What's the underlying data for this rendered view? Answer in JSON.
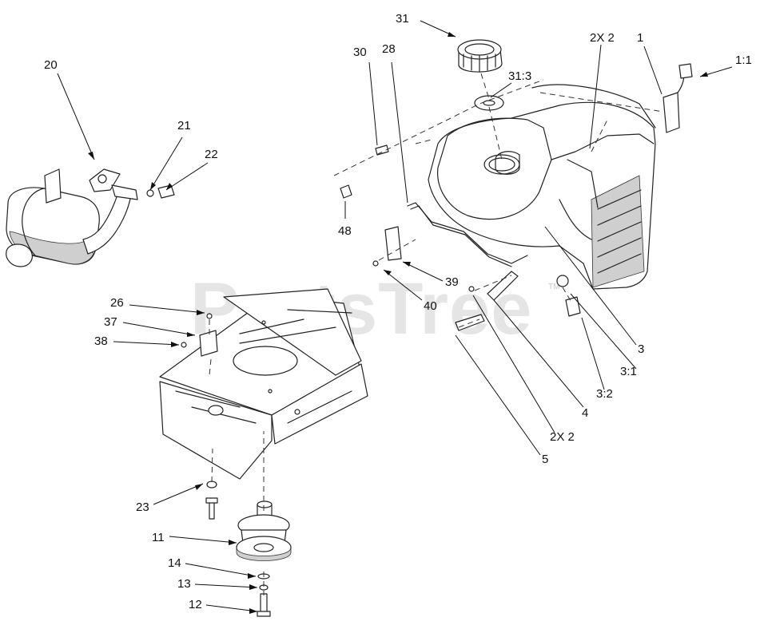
{
  "watermark": {
    "text": "PartsTree",
    "trademark": "TM"
  },
  "callouts": {
    "c1": "1",
    "c1_1": "1:1",
    "c2x2_top": "2X 2",
    "c3": "3",
    "c3_1": "3:1",
    "c3_2": "3:2",
    "c4": "4",
    "c5": "5",
    "c2x2_bottom": "2X 2",
    "c11": "11",
    "c12": "12",
    "c13": "13",
    "c14": "14",
    "c20": "20",
    "c21": "21",
    "c22": "22",
    "c23": "23",
    "c26": "26",
    "c28": "28",
    "c30": "30",
    "c31": "31",
    "c31_3": "31:3",
    "c37": "37",
    "c38": "38",
    "c39": "39",
    "c40": "40",
    "c48": "48"
  }
}
